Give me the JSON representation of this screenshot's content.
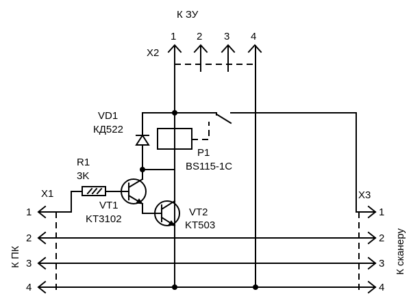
{
  "connectors": {
    "charger": {
      "title": "К ЗУ",
      "ref": "X2",
      "pins": [
        "1",
        "2",
        "3",
        "4"
      ]
    },
    "pc": {
      "title": "К ПК",
      "ref": "X1",
      "pins": [
        "1",
        "2",
        "3",
        "4"
      ]
    },
    "scanner": {
      "title": "К сканеру",
      "ref": "X3",
      "pins": [
        "1",
        "2",
        "3",
        "4"
      ]
    }
  },
  "components": {
    "vd1": {
      "ref": "VD1",
      "part": "КД522"
    },
    "r1": {
      "ref": "R1",
      "value": "3K"
    },
    "p1": {
      "ref": "P1",
      "part": "BS115-1C"
    },
    "vt1": {
      "ref": "VT1",
      "part": "KT3102"
    },
    "vt2": {
      "ref": "VT2",
      "part": "KT503"
    }
  }
}
